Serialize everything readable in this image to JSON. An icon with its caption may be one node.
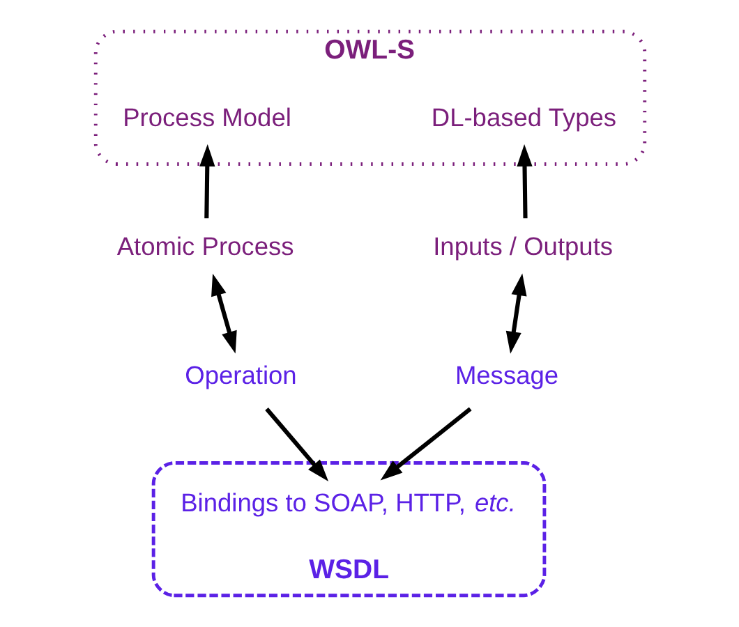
{
  "diagram": {
    "nodes": [
      {
        "text": [
          "OWL-S"
        ]
      },
      {
        "text": [
          "WSDL"
        ]
      },
      {
        "text": [
          "Process Model"
        ],
        "in": 0
      },
      {
        "text": [
          "DL-based Types"
        ],
        "in": 0
      },
      {
        "text": [
          "Atomic Process"
        ]
      },
      {
        "text": [
          "Inputs / Outputs"
        ]
      },
      {
        "text": [
          "Operation"
        ]
      },
      {
        "text": [
          "Message"
        ]
      },
      {
        "text": [
          "Bindings to SOAP, HTTP, *etc.*"
        ],
        "in": 1
      }
    ],
    "edges": [
      {
        "from": 4,
        "to": 2,
        "arrow": "to"
      },
      {
        "from": 5,
        "to": 3,
        "arrow": "to"
      },
      {
        "from": 4,
        "to": 6,
        "arrow": "both"
      },
      {
        "from": 5,
        "to": 7,
        "arrow": "both"
      },
      {
        "from": 6,
        "to": 8,
        "arrow": "to"
      },
      {
        "from": 7,
        "to": 8,
        "arrow": "to"
      }
    ]
  }
}
